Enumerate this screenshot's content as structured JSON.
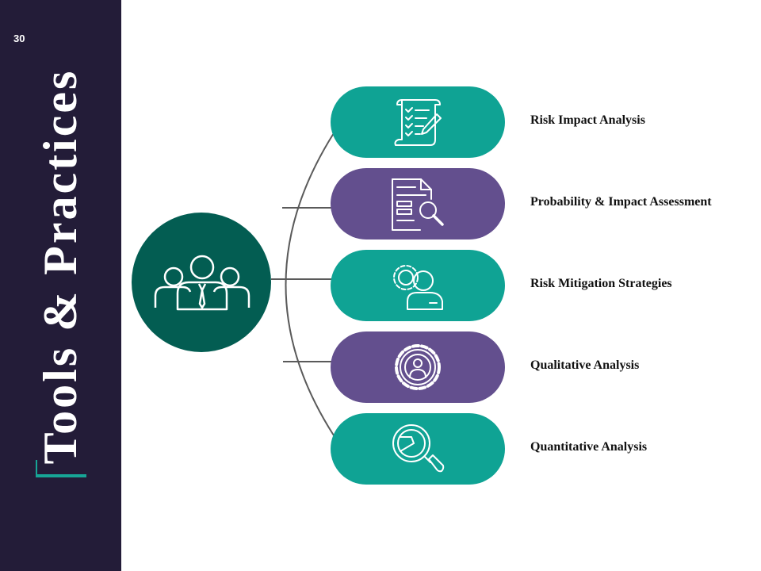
{
  "slide": {
    "page_number": "30",
    "title": "Tools & Practices"
  },
  "colors": {
    "sidebar": "#231c38",
    "teal": "#0fa394",
    "purple": "#634f8e",
    "hub": "#035d52",
    "accent": "#17a596"
  },
  "hub": {
    "icon": "team-icon"
  },
  "items": [
    {
      "label": "Risk Impact Analysis",
      "color": "teal",
      "icon": "checklist-document-icon"
    },
    {
      "label": "Probability & Impact Assessment",
      "color": "purple",
      "icon": "document-search-icon"
    },
    {
      "label": "Risk Mitigation Strategies",
      "color": "teal",
      "icon": "people-gear-icon"
    },
    {
      "label": "Qualitative Analysis",
      "color": "purple",
      "icon": "gear-person-icon"
    },
    {
      "label": "Quantitative Analysis",
      "color": "teal",
      "icon": "magnifier-chart-icon"
    }
  ]
}
